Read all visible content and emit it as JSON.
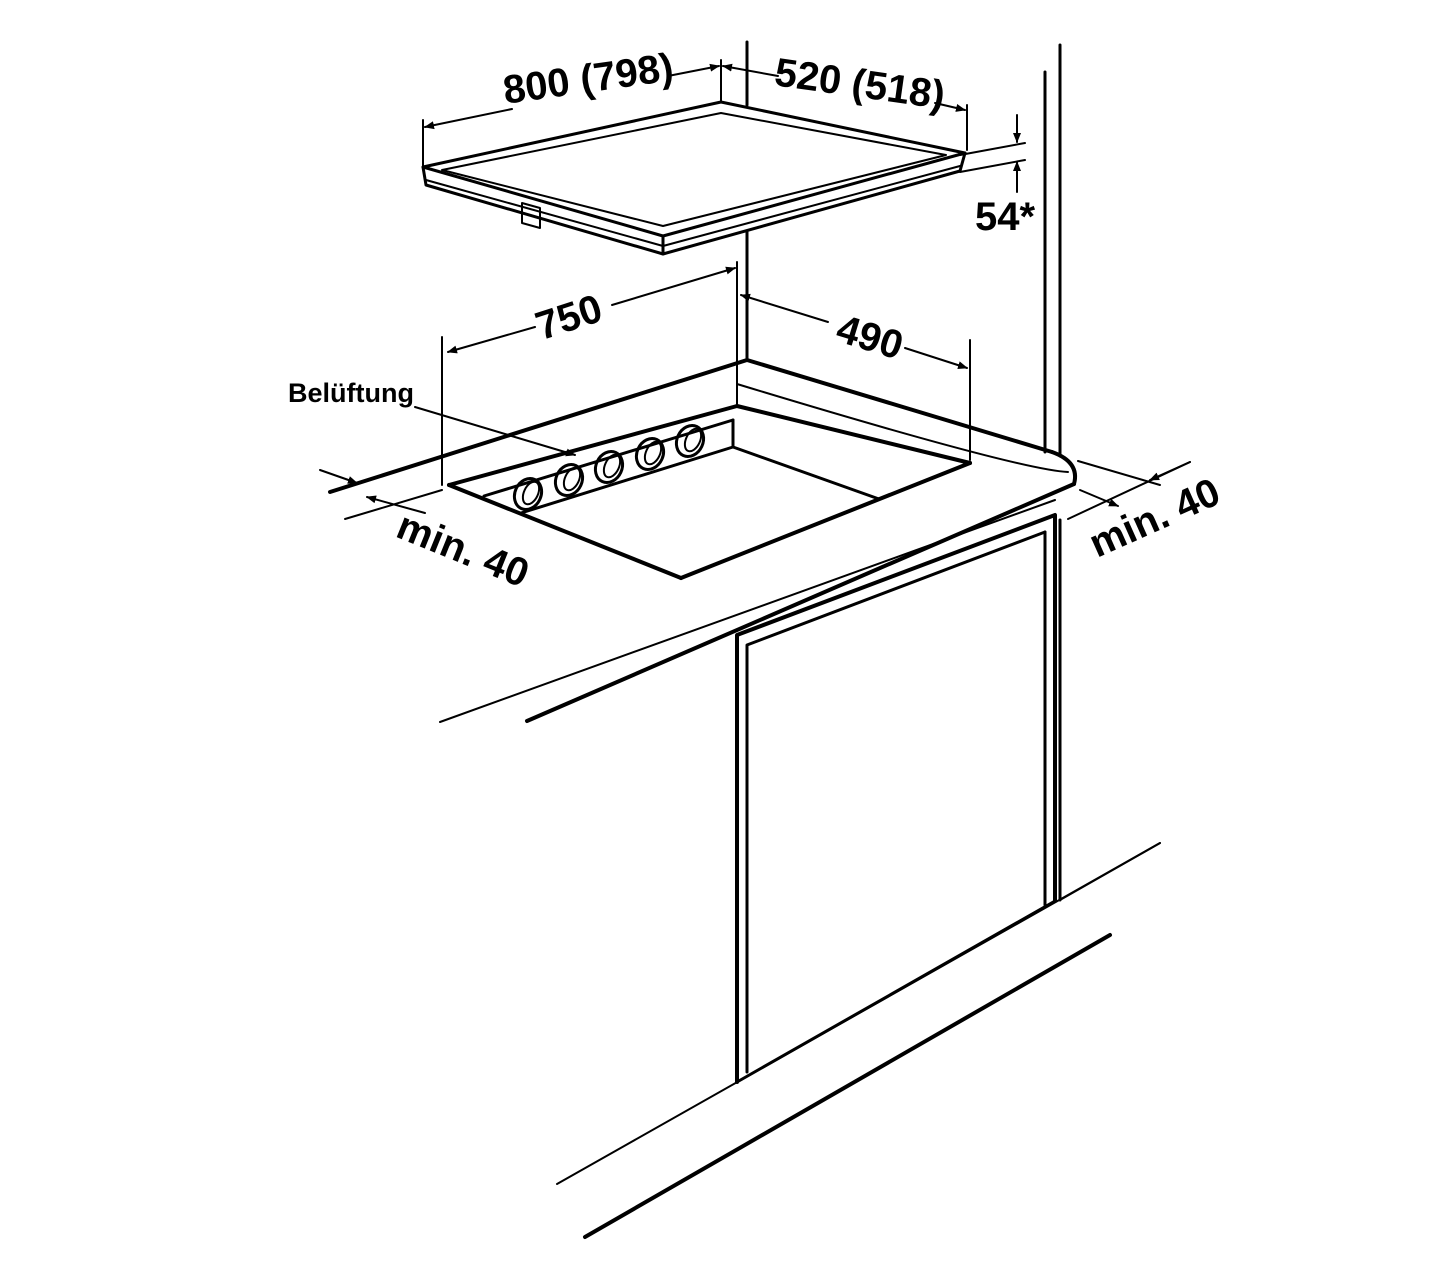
{
  "labels": {
    "hob_width": "800 (798)",
    "hob_depth": "520 (518)",
    "hob_height": "54*",
    "cutout_width": "750",
    "cutout_depth": "490",
    "ventilation": "Belüftung",
    "min_clearance_front": "min. 40",
    "min_clearance_side": "min. 40"
  },
  "colors": {
    "line": "#000000",
    "background": "#ffffff"
  }
}
